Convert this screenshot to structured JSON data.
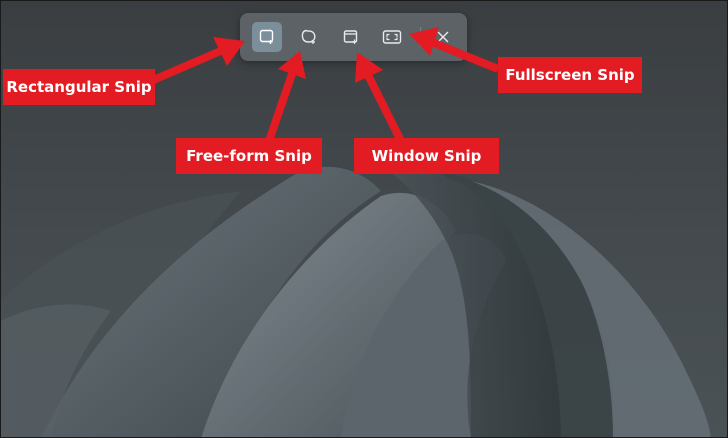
{
  "toolbar": {
    "modes": [
      {
        "id": "rectangular",
        "icon": "rectangular-snip-icon",
        "selected": true
      },
      {
        "id": "free-form",
        "icon": "free-form-snip-icon",
        "selected": false
      },
      {
        "id": "window",
        "icon": "window-snip-icon",
        "selected": false
      },
      {
        "id": "fullscreen",
        "icon": "fullscreen-snip-icon",
        "selected": false
      }
    ],
    "close_icon": "close-icon"
  },
  "annotations": {
    "rectangular": "Rectangular Snip",
    "free_form": "Free-form Snip",
    "window": "Window Snip",
    "fullscreen": "Fullscreen Snip"
  },
  "colors": {
    "callout_bg": "#e31b23",
    "callout_text": "#ffffff",
    "arrow": "#e31b23",
    "toolbar_bg": "#5d6266",
    "selected_mode_bg": "#7d8e9b"
  }
}
